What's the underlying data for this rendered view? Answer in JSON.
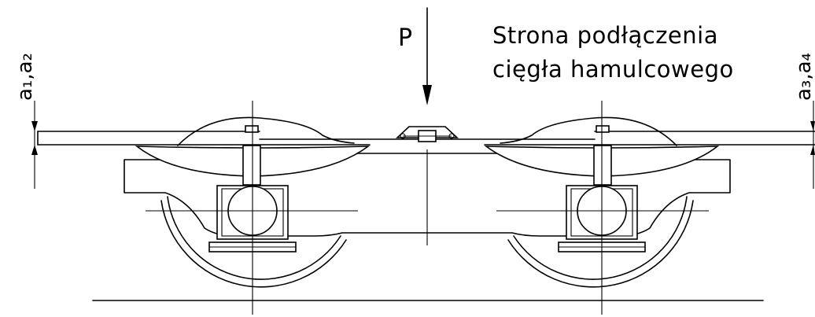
{
  "labels": {
    "force": "P",
    "note_line1": "Strona podłączenia",
    "note_line2": "cięgła hamulcowego",
    "left_dimension": "a₁,a₂",
    "right_dimension": "a₃,a₄"
  }
}
